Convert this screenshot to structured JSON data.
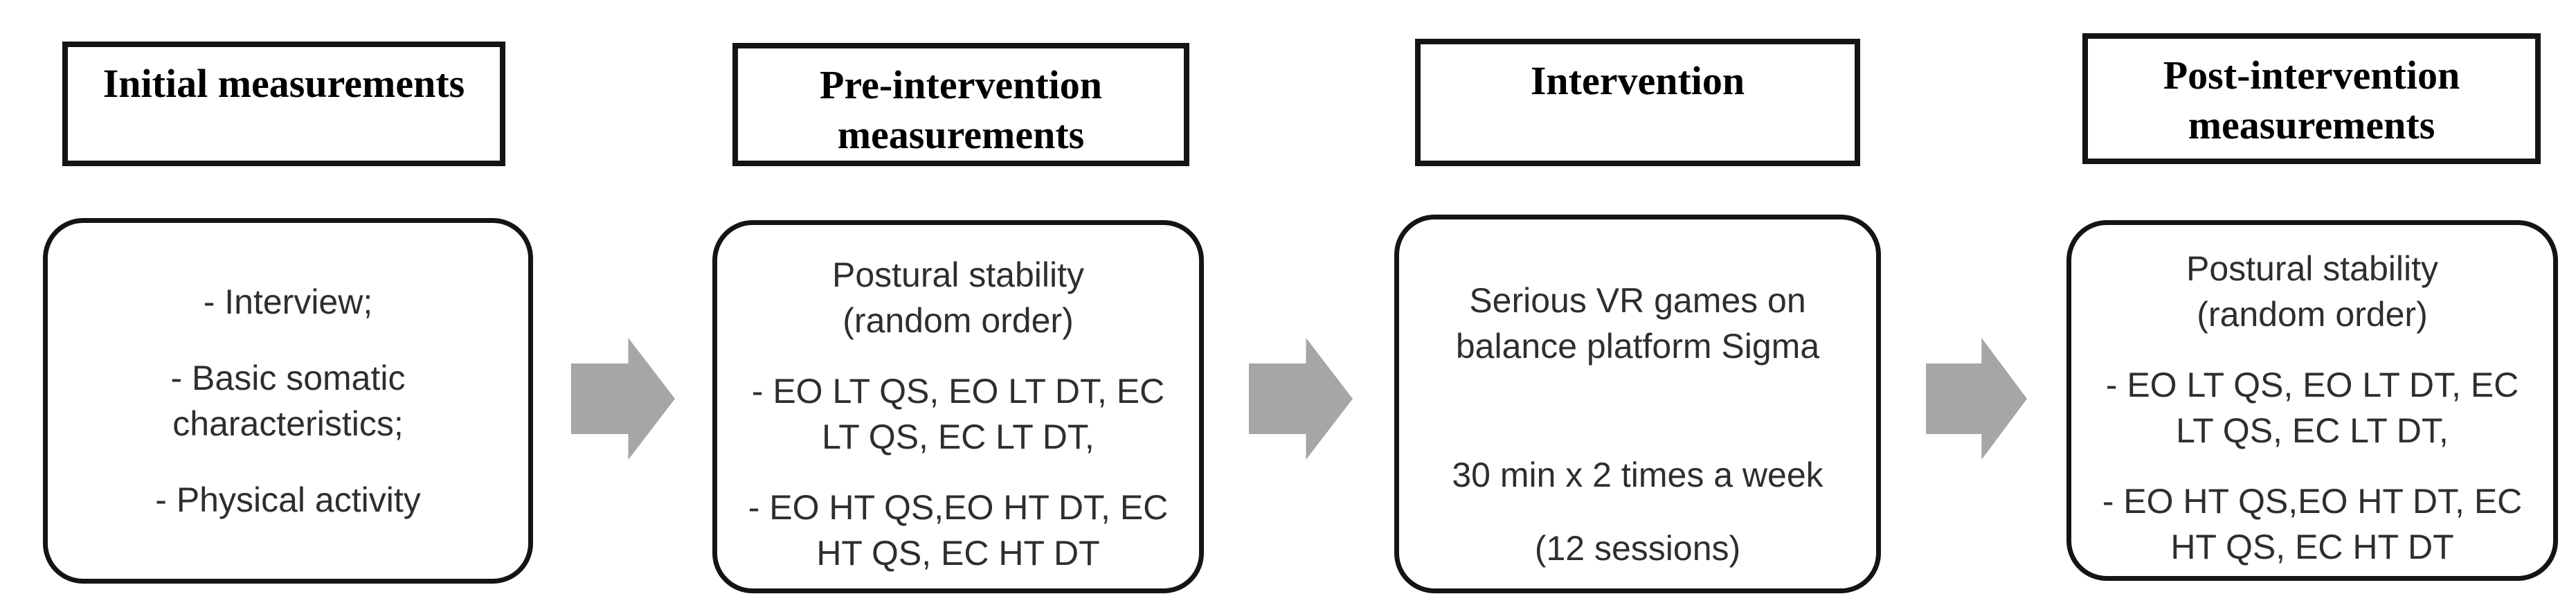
{
  "figure": {
    "description": "Study design flow diagram",
    "stages": [
      {
        "id": "initial-measurements",
        "header": [
          "Initial measurements"
        ],
        "paragraphs": [
          [
            "- Interview;"
          ],
          [
            "- Basic somatic",
            "characteristics;"
          ],
          [
            "- Physical activity"
          ]
        ]
      },
      {
        "id": "pre-intervention-measurements",
        "header": [
          "Pre-intervention",
          "measurements"
        ],
        "paragraphs": [
          [
            "Postural stability",
            "(random order)"
          ],
          [
            "- EO LT QS, EO LT DT, EC",
            "LT QS, EC LT DT,"
          ],
          [
            "- EO HT QS,EO HT DT, EC",
            "HT QS, EC HT DT"
          ]
        ]
      },
      {
        "id": "intervention",
        "header": [
          "Intervention"
        ],
        "paragraphs": [
          [
            "Serious VR games on",
            "balance platform Sigma"
          ],
          [
            "30 min x 2 times a week"
          ],
          [
            "(12 sessions)"
          ]
        ]
      },
      {
        "id": "post-intervention-measurements",
        "header": [
          "Post-intervention",
          "measurements"
        ],
        "paragraphs": [
          [
            "Postural stability",
            "(random order)"
          ],
          [
            "- EO LT QS, EO LT DT, EC",
            "LT QS, EC LT DT,"
          ],
          [
            "- EO HT QS,EO HT DT, EC",
            "HT QS, EC HT DT"
          ]
        ]
      }
    ],
    "connectors": [
      {
        "icon": "right-block-arrow"
      },
      {
        "icon": "right-block-arrow"
      },
      {
        "icon": "right-block-arrow"
      }
    ],
    "colors": {
      "arrow": "#a6a6a6",
      "border": "#141414",
      "text": "#2e2e2e",
      "header_text": "#000000",
      "background": "#ffffff"
    }
  }
}
